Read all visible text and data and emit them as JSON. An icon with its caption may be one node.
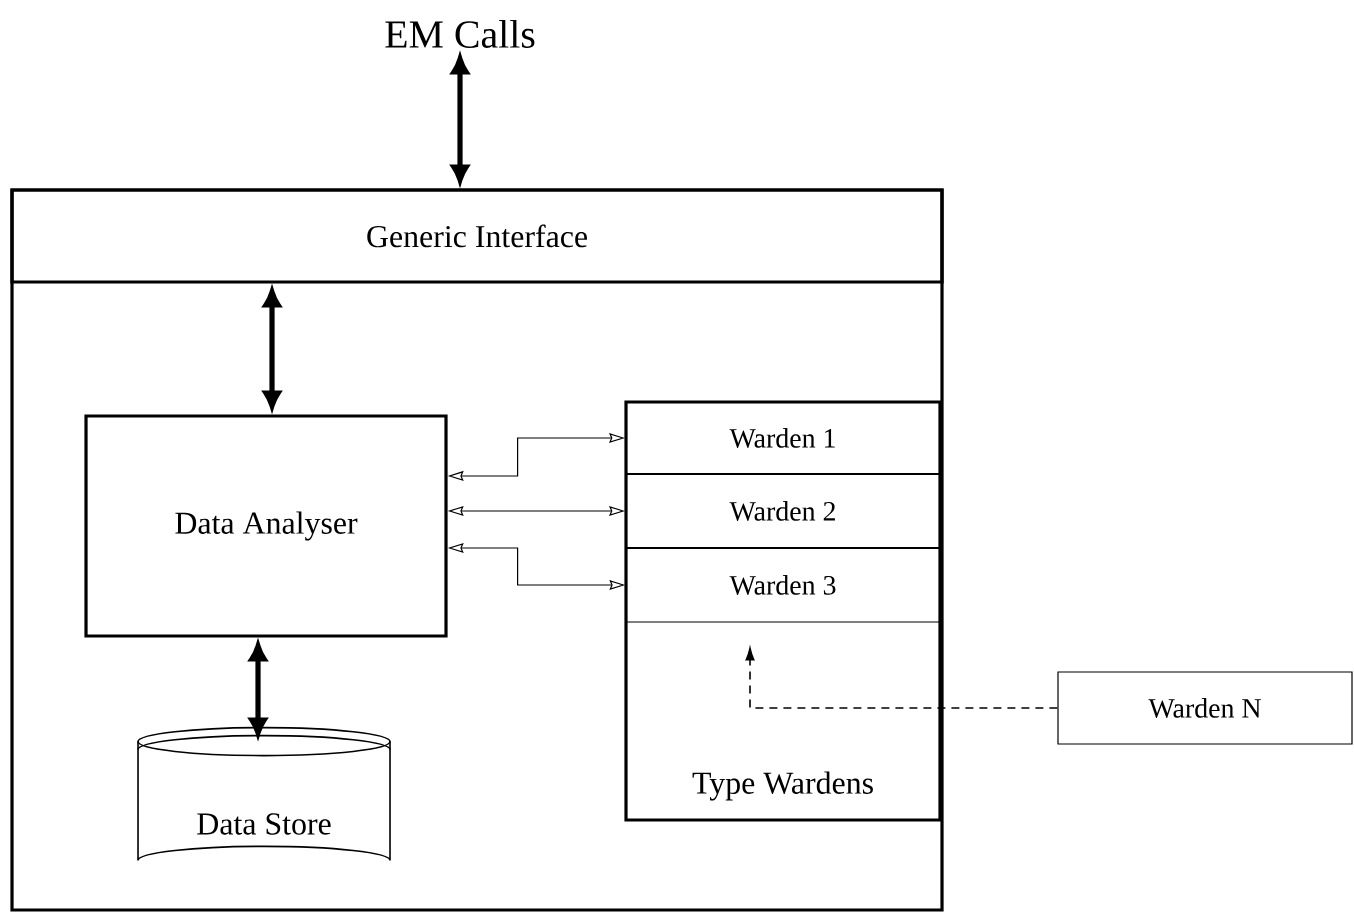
{
  "diagram": {
    "nodes": [
      {
        "text": [
          "EM Calls"
        ]
      },
      {
        "text": [],
        "shape": "box"
      },
      {
        "text": [
          "Generic Interface"
        ],
        "in": 1
      },
      {
        "text": [
          "Data Analyser"
        ],
        "in": 1
      },
      {
        "text": [
          "Type Wardens"
        ],
        "in": 1
      },
      {
        "text": [
          "Warden 1"
        ],
        "in": 4
      },
      {
        "text": [
          "Warden 2"
        ],
        "in": 4
      },
      {
        "text": [
          "Warden 3"
        ],
        "in": 4
      },
      {
        "text": [
          "Data Store"
        ],
        "in": 1
      },
      {
        "text": [
          "Warden N"
        ]
      }
    ],
    "edges": [
      {
        "from": 0,
        "to": 2,
        "arrow": "both",
        "style": "thick"
      },
      {
        "from": 2,
        "to": 3,
        "arrow": "both",
        "style": "thick"
      },
      {
        "from": 3,
        "to": 5,
        "arrow": "both"
      },
      {
        "from": 3,
        "to": 6,
        "arrow": "both"
      },
      {
        "from": 3,
        "to": 7,
        "arrow": "both"
      },
      {
        "from": 3,
        "to": 8,
        "arrow": "both",
        "style": "thick"
      },
      {
        "from": 9,
        "to": 7,
        "arrow": "to",
        "style": "dashed"
      }
    ]
  }
}
